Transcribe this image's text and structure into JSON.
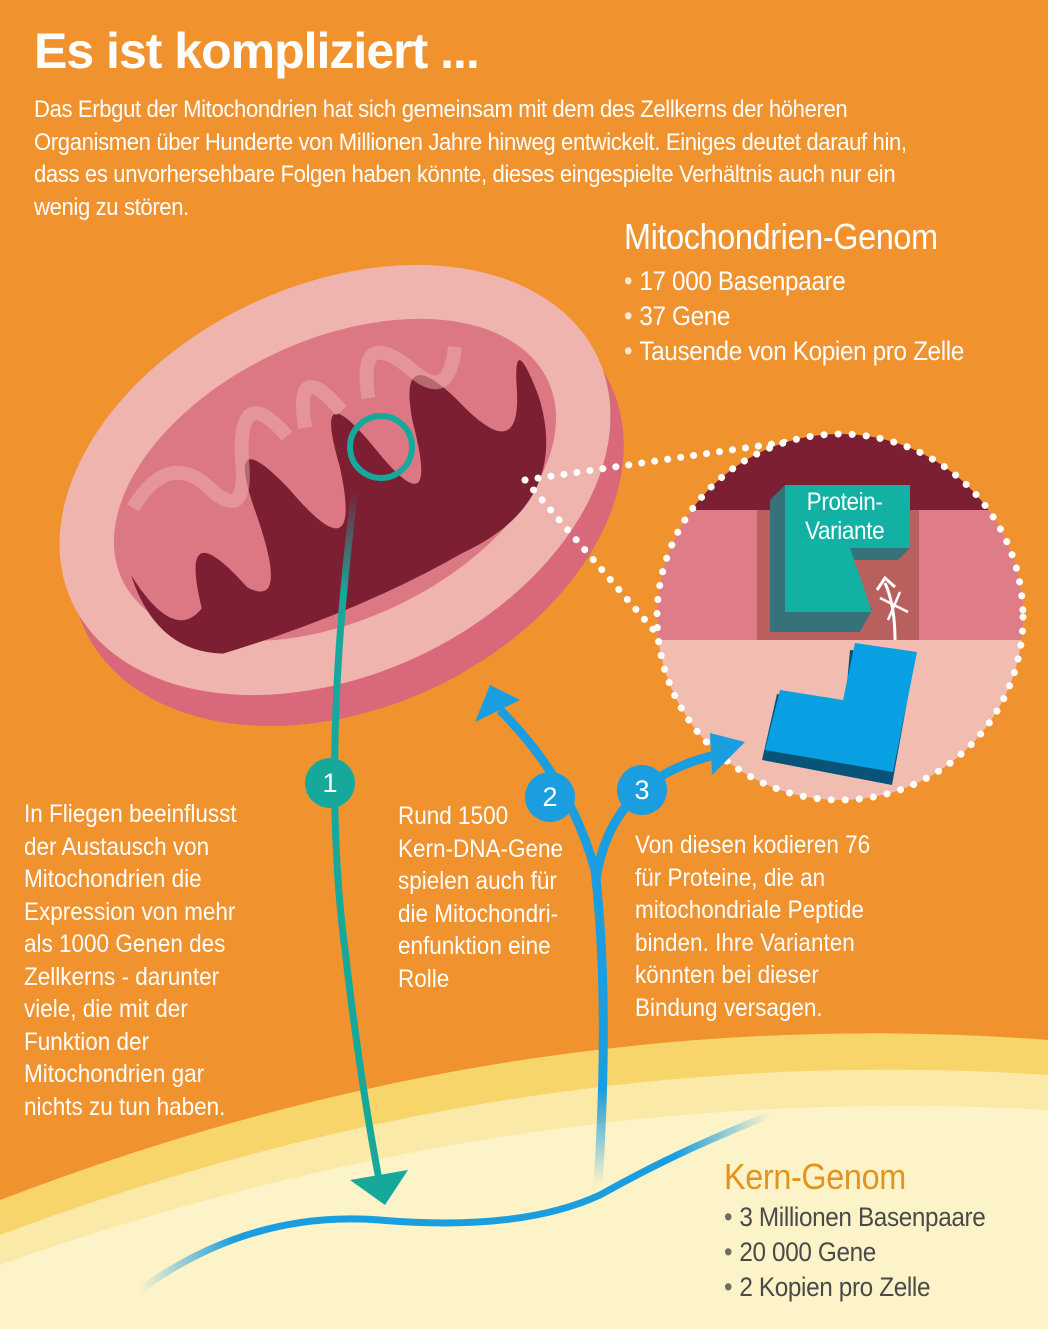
{
  "title": "Es ist kompliziert ...",
  "intro": [
    "Das Erbgut der Mitochondrien hat sich gemeinsam mit dem des Zellkerns der höheren",
    "Organismen über Hunderte von Millionen Jahre hinweg entwickelt. Einiges deutet darauf hin,",
    "dass es unvorhersehbare Folgen haben könnte, dieses eingespielte Verhältnis auch nur ein",
    "wenig zu stören."
  ],
  "mito_genome": {
    "heading": "Mitochondrien-Genom",
    "items": [
      "17 000 Basenpaare",
      "37 Gene",
      "Tausende von Kopien pro Zelle"
    ]
  },
  "nuclear_genome": {
    "heading": "Kern-Genom",
    "items": [
      "3 Millionen Basenpaare",
      "20 000 Gene",
      "2 Kopien pro Zelle"
    ]
  },
  "protein_label": [
    "Protein-",
    "Variante"
  ],
  "steps": [
    {
      "number": "1",
      "lines": [
        "In Fliegen beeinflusst",
        "der Austausch von",
        "Mitochondrien die",
        "Expression von mehr",
        "als 1000 Genen des",
        "Zellkerns - darunter",
        "viele, die mit der",
        "Funktion der",
        "Mitochondrien gar",
        "nichts zu tun haben."
      ]
    },
    {
      "number": "2",
      "lines": [
        "Rund 1500",
        "Kern-DNA-Gene",
        "spielen auch für",
        "die Mitochondri-",
        "enfunktion eine",
        "Rolle"
      ]
    },
    {
      "number": "3",
      "lines": [
        "Von diesen kodieren 76",
        "für Proteine, die an",
        "mitochondriale Peptide",
        "binden. Ihre Varianten",
        "könnten bei dieser",
        "Bindung versagen."
      ]
    }
  ],
  "colors": {
    "background": "#f0922e",
    "teal": "#16a99b",
    "blue": "#1a9ee0",
    "mito_outer": "#d9687a",
    "mito_inner": "#eeb4ad",
    "cristae": "#7c1f33",
    "nucleus": "#fdf3c8"
  }
}
